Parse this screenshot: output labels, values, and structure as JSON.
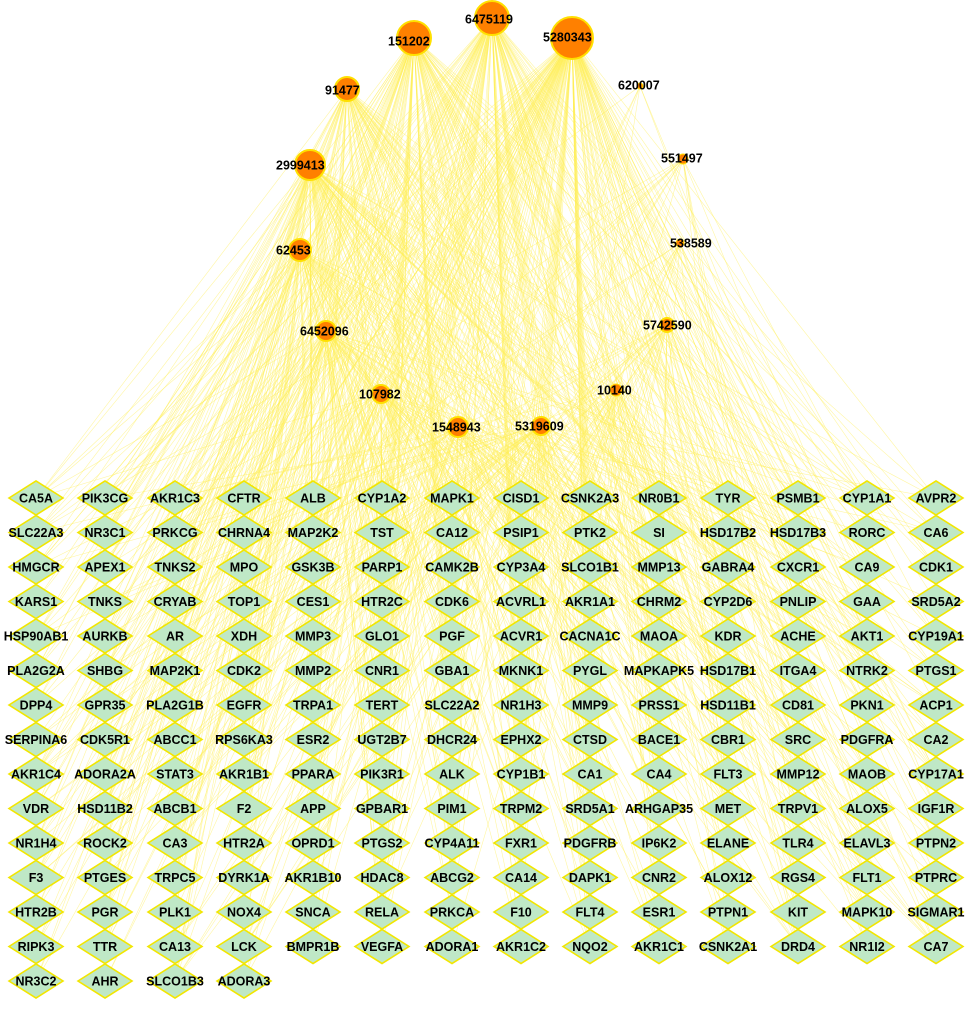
{
  "colors": {
    "edge": "#ffee55",
    "compound_fill": "#ff8000",
    "compound_stroke": "#ffe000",
    "target_fill": "#bfe8c6",
    "target_stroke": "#f2e600"
  },
  "compounds": [
    {
      "id": "5280343",
      "degree": 100
    },
    {
      "id": "6475119",
      "degree": 72
    },
    {
      "id": "151202",
      "degree": 66
    },
    {
      "id": "91477",
      "degree": 46
    },
    {
      "id": "620007",
      "degree": 4
    },
    {
      "id": "2999413",
      "degree": 56
    },
    {
      "id": "551497",
      "degree": 8
    },
    {
      "id": "62453",
      "degree": 38
    },
    {
      "id": "538589",
      "degree": 6
    },
    {
      "id": "5742590",
      "degree": 18
    },
    {
      "id": "6452096",
      "degree": 34
    },
    {
      "id": "107982",
      "degree": 26
    },
    {
      "id": "10140",
      "degree": 12
    },
    {
      "id": "1548943",
      "degree": 28
    },
    {
      "id": "5319609",
      "degree": 24
    }
  ],
  "targets": [
    "CA5A",
    "PIK3CG",
    "AKR1C3",
    "CFTR",
    "ALB",
    "CYP1A2",
    "MAPK1",
    "CISD1",
    "CSNK2A3",
    "NR0B1",
    "TYR",
    "PSMB1",
    "CYP1A1",
    "AVPR2",
    "SLC22A3",
    "NR3C1",
    "PRKCG",
    "CHRNA4",
    "MAP2K2",
    "TST",
    "CA12",
    "PSIP1",
    "PTK2",
    "SI",
    "HSD17B2",
    "HSD17B3",
    "RORC",
    "CA6",
    "HMGCR",
    "APEX1",
    "TNKS2",
    "MPO",
    "GSK3B",
    "PARP1",
    "CAMK2B",
    "CYP3A4",
    "SLCO1B1",
    "MMP13",
    "GABRA4",
    "CXCR1",
    "CA9",
    "CDK1",
    "KARS1",
    "TNKS",
    "CRYAB",
    "TOP1",
    "CES1",
    "HTR2C",
    "CDK6",
    "ACVRL1",
    "AKR1A1",
    "CHRM2",
    "CYP2D6",
    "PNLIP",
    "GAA",
    "SRD5A2",
    "HSP90AB1",
    "AURKB",
    "AR",
    "XDH",
    "MMP3",
    "GLO1",
    "PGF",
    "ACVR1",
    "CACNA1C",
    "MAOA",
    "KDR",
    "ACHE",
    "AKT1",
    "CYP19A1",
    "PLA2G2A",
    "SHBG",
    "MAP2K1",
    "CDK2",
    "MMP2",
    "CNR1",
    "GBA1",
    "MKNK1",
    "PYGL",
    "MAPKAPK5",
    "HSD17B1",
    "ITGA4",
    "NTRK2",
    "PTGS1",
    "DPP4",
    "GPR35",
    "PLA2G1B",
    "EGFR",
    "TRPA1",
    "TERT",
    "SLC22A2",
    "NR1H3",
    "MMP9",
    "PRSS1",
    "HSD11B1",
    "CD81",
    "PKN1",
    "ACP1",
    "SERPINA6",
    "CDK5R1",
    "ABCC1",
    "RPS6KA3",
    "ESR2",
    "UGT2B7",
    "DHCR24",
    "EPHX2",
    "CTSD",
    "BACE1",
    "CBR1",
    "SRC",
    "PDGFRA",
    "CA2",
    "AKR1C4",
    "ADORA2A",
    "STAT3",
    "AKR1B1",
    "PPARA",
    "PIK3R1",
    "ALK",
    "CYP1B1",
    "CA1",
    "CA4",
    "FLT3",
    "MMP12",
    "MAOB",
    "CYP17A1",
    "VDR",
    "HSD11B2",
    "ABCB1",
    "F2",
    "APP",
    "GPBAR1",
    "PIM1",
    "TRPM2",
    "SRD5A1",
    "ARHGAP35",
    "MET",
    "TRPV1",
    "ALOX5",
    "IGF1R",
    "NR1H4",
    "ROCK2",
    "CA3",
    "HTR2A",
    "OPRD1",
    "PTGS2",
    "CYP4A11",
    "FXR1",
    "PDGFRB",
    "IP6K2",
    "ELANE",
    "TLR4",
    "ELAVL3",
    "PTPN2",
    "F3",
    "PTGES",
    "TRPC5",
    "DYRK1A",
    "AKR1B10",
    "HDAC8",
    "ABCG2",
    "CA14",
    "DAPK1",
    "CNR2",
    "ALOX12",
    "RGS4",
    "FLT1",
    "PTPRC",
    "HTR2B",
    "PGR",
    "PLK1",
    "NOX4",
    "SNCA",
    "RELA",
    "PRKCA",
    "F10",
    "FLT4",
    "ESR1",
    "PTPN1",
    "KIT",
    "MAPK10",
    "SIGMAR1",
    "RIPK3",
    "TTR",
    "CA13",
    "LCK",
    "BMPR1B",
    "VEGFA",
    "ADORA1",
    "AKR1C2",
    "NQO2",
    "AKR1C1",
    "CSNK2A1",
    "DRD4",
    "NR1I2",
    "CA7",
    "NR3C2",
    "AHR",
    "SLCO1B3",
    "ADORA3"
  ]
}
